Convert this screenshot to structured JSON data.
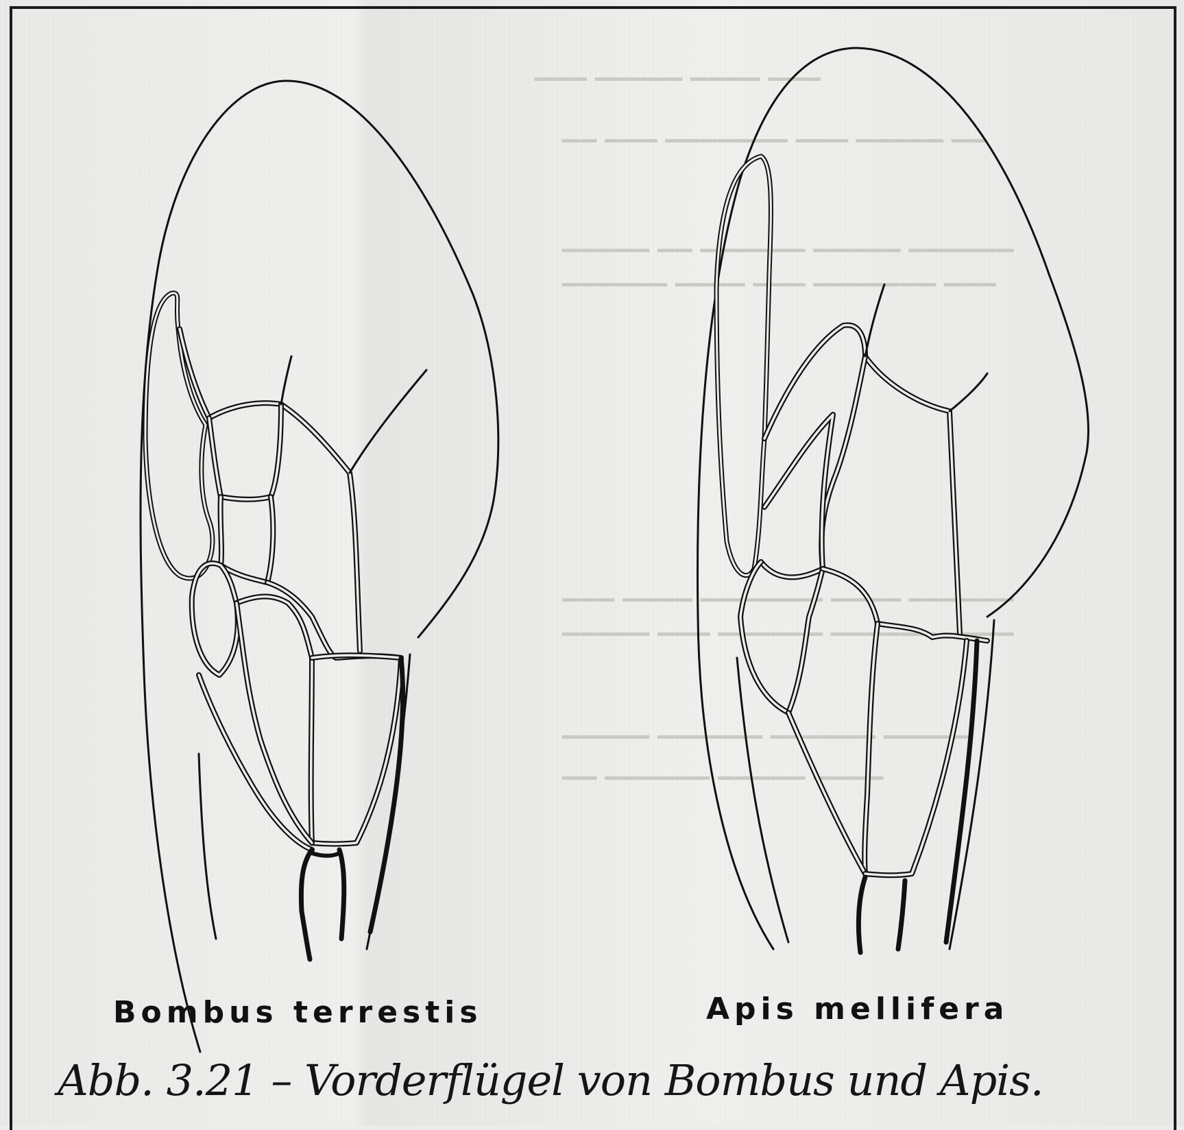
{
  "figure": {
    "species_left": "Bombus terrestis",
    "species_right": "Apis mellifera",
    "caption": "Abb. 3.21 – Vorderflügel von Bombus und Apis."
  },
  "colors": {
    "ink": "#111111",
    "paper": "#ececea",
    "bleed_through": "#c9c9c6"
  }
}
